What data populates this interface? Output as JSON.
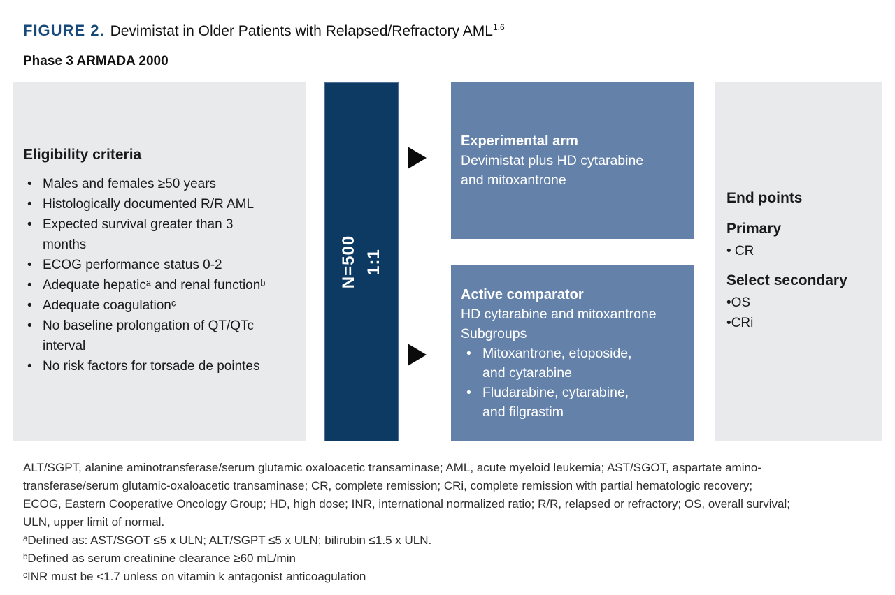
{
  "colors": {
    "navy_bar": "#0d3a62",
    "slate_blue_box": "#6381a9",
    "light_gray_box": "#e9eaeb",
    "figure_label_navy": "#17497b",
    "arrow_black": "#0b0b0b"
  },
  "header": {
    "figure_label": "FIGURE 2.",
    "title": "Devimistat in Older Patients with Relapsed/Refractory AML",
    "title_superscript": "1,6",
    "subtitle": "Phase 3 ARMADA 2000"
  },
  "eligibility_box": {
    "heading": "Eligibility criteria",
    "bullets": [
      "Males and females ≥50 years",
      "Histologically documented R/R AML",
      "Expected survival greater than 3\nmonths",
      "ECOG performance status 0-2",
      "Adequate hepaticᵃ and renal functionᵇ",
      "Adequate coagulationᶜ",
      "No baseline prolongation of QT/QTc\ninterval",
      "No risk factors for torsade de pointes"
    ]
  },
  "randomization_bar": {
    "n_label": "N=500",
    "ratio_label": "1:1"
  },
  "experimental_arm_box": {
    "heading": "Experimental arm",
    "description": "Devimistat plus HD cytarabine\nand mitoxantrone"
  },
  "active_comparator_box": {
    "heading": "Active comparator",
    "line1": "HD cytarabine and mitoxantrone",
    "line2": "Subgroups",
    "bullets": [
      "Mitoxantrone, etoposide,\nand cytarabine",
      "Fludarabine, cytarabine,\nand filgrastim"
    ]
  },
  "endpoints_box": {
    "heading": "End points",
    "primary_heading": "Primary",
    "primary_items": [
      "• CR"
    ],
    "secondary_heading": "Select secondary",
    "secondary_items": [
      "•OS",
      "•CRi"
    ]
  },
  "footnotes": {
    "abbreviation_lines": [
      "ALT/SGPT, alanine aminotransferase/serum glutamic oxaloacetic transaminase; AML, acute myeloid leukemia; AST/SGOT, aspartate amino-",
      "transferase/serum glutamic-oxaloacetic transaminase; CR, complete remission; CRi, complete remission with partial hematologic recovery;",
      "ECOG, Eastern Cooperative Oncology Group; HD, high dose; INR, international normalized ratio; R/R, relapsed or refractory; OS, overall survival;",
      "ULN, upper limit of normal."
    ],
    "note_lines": [
      "ᵃDefined as: AST/SGOT ≤5 x ULN; ALT/SGPT ≤5 x ULN; bilirubin ≤1.5 x ULN.",
      "ᵇDefined as serum creatinine clearance ≥60 mL/min",
      "ᶜINR must be <1.7 unless on vitamin k antagonist anticoagulation"
    ]
  }
}
